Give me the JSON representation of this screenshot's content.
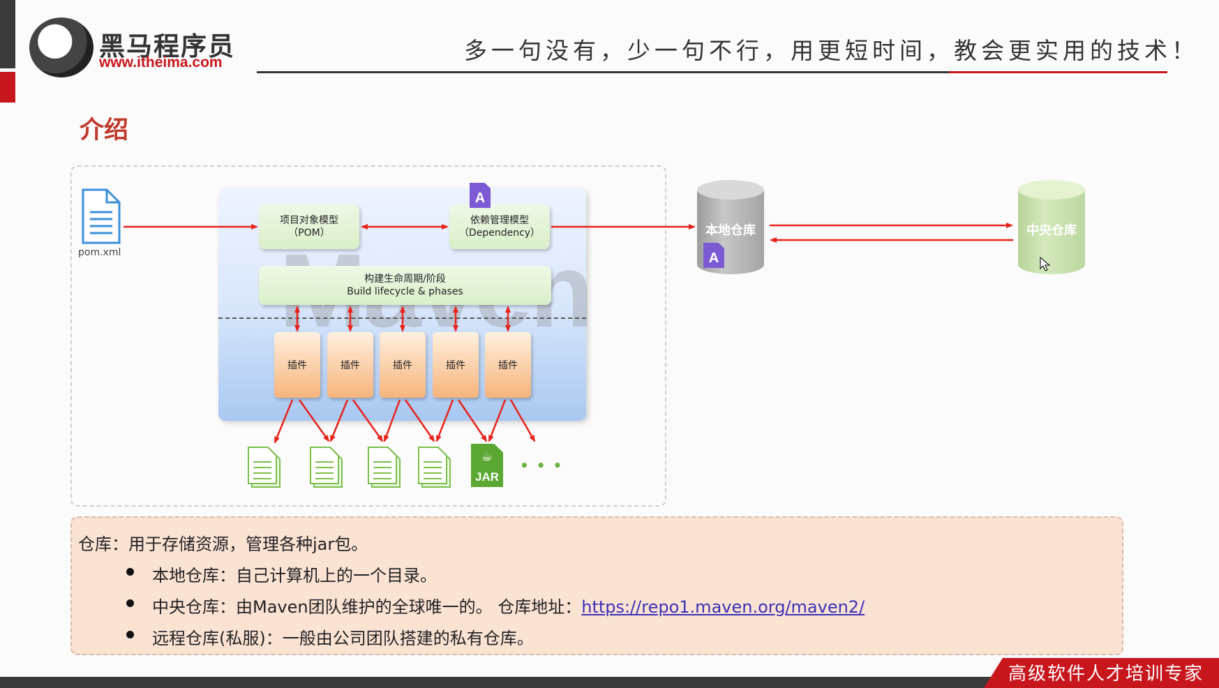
{
  "header": {
    "logo_name": "黑马程序员",
    "logo_url": "www.itheima.com",
    "slogan": "多一句没有，少一句不行，用更短时间，教会更实用的技术！"
  },
  "section_title": "介绍",
  "diagram": {
    "pom_file_label": "pom.xml",
    "pom_box": {
      "line1": "项目对象模型",
      "line2": "（POM）"
    },
    "dep_box": {
      "line1": "依赖管理模型",
      "line2": "（Dependency）"
    },
    "lifecycle_box": {
      "line1": "构建生命周期/阶段",
      "line2": "Build lifecycle & phases"
    },
    "plugins": [
      "插件",
      "插件",
      "插件",
      "插件",
      "插件"
    ],
    "watermark": "Maven",
    "artifact_badge": "A",
    "jar_label": "JAR",
    "ellipsis": "• • •",
    "local_repo": "本地仓库",
    "central_repo": "中央仓库"
  },
  "info": {
    "intro": "仓库：用于存储资源，管理各种jar包。",
    "items": [
      {
        "text": "本地仓库：自己计算机上的一个目录。"
      },
      {
        "text": "中央仓库：由Maven团队维护的全球唯一的。 仓库地址：",
        "link": "https://repo1.maven.org/maven2/"
      },
      {
        "text": "远程仓库(私服)：一般由公司团队搭建的私有仓库。"
      }
    ]
  },
  "footer": {
    "tagline": "高级软件人才培训专家"
  },
  "colors": {
    "brand_red": "#c8161d",
    "arrow_red": "#e8231b",
    "plugin_orange": "#f6b47b",
    "model_green": "#d9efc9",
    "panel_blue": "#d9e7fb"
  }
}
